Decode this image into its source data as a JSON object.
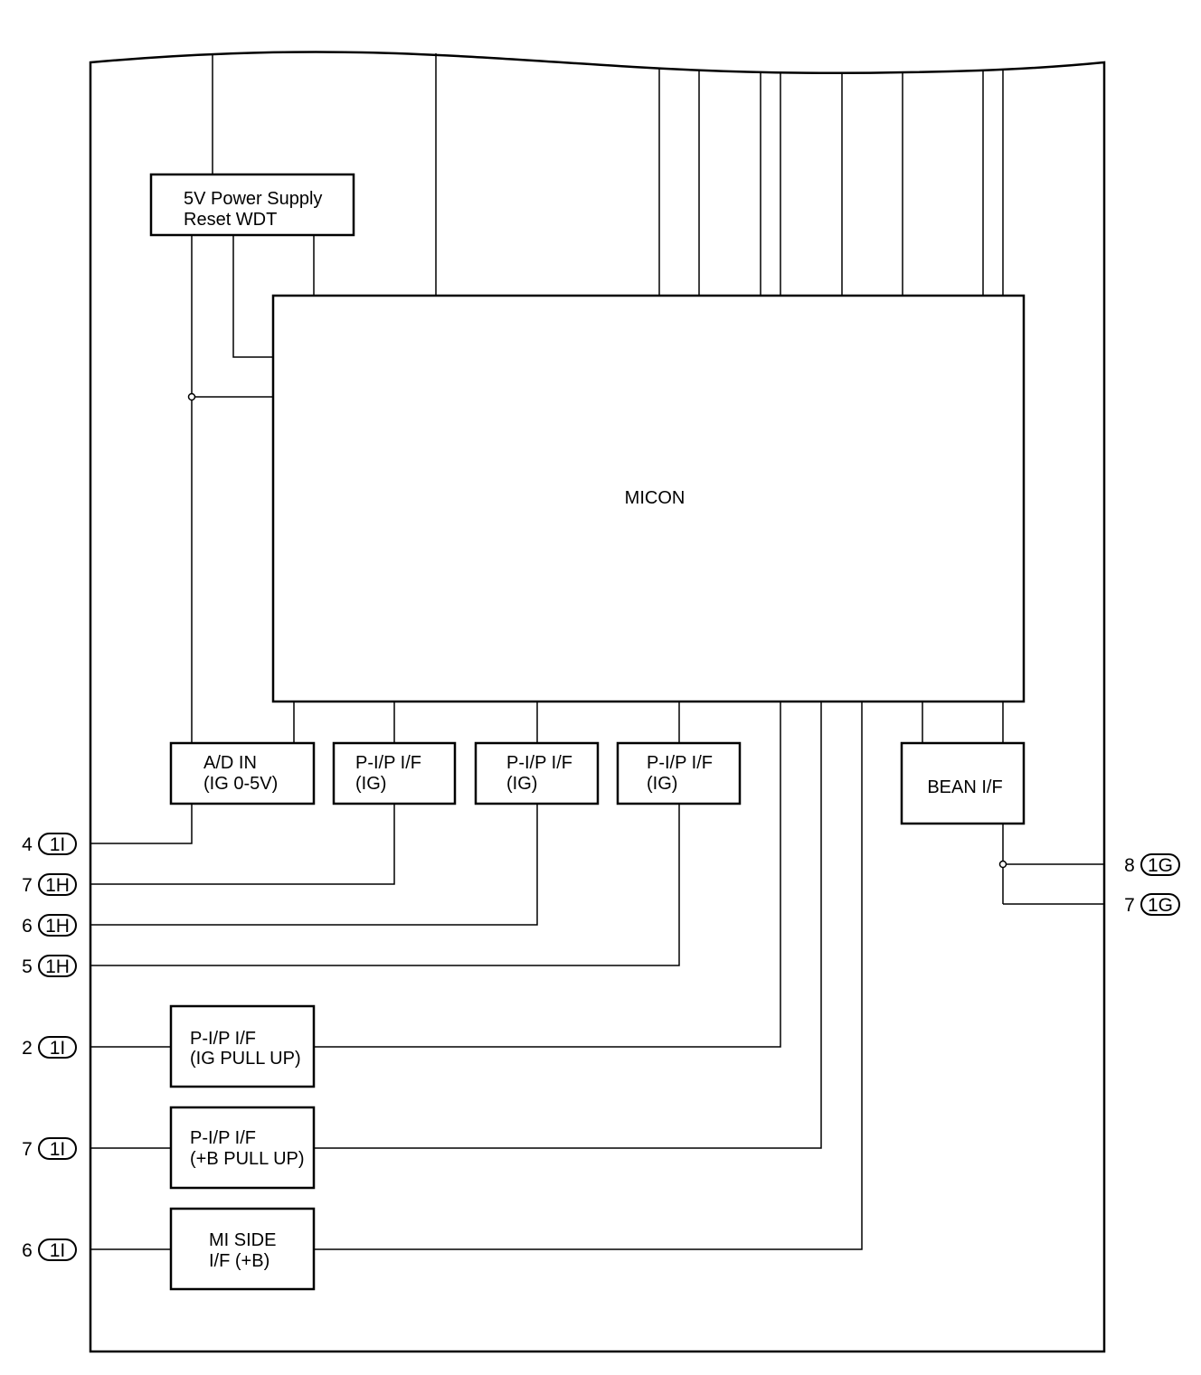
{
  "blocks": {
    "power": [
      "5V Power Supply",
      "Reset WDT"
    ],
    "micon": "MICON",
    "adin": [
      "A/D IN",
      "(IG 0-5V)"
    ],
    "pip1": [
      "P-I/P I/F",
      "(IG)"
    ],
    "pip2": [
      "P-I/P I/F",
      "(IG)"
    ],
    "pip3": [
      "P-I/P I/F",
      "(IG)"
    ],
    "bean": "BEAN I/F",
    "pip_ig_pullup": [
      "P-I/P I/F",
      "(IG PULL UP)"
    ],
    "pip_b_pullup": [
      "P-I/P I/F",
      "(+B PULL UP)"
    ],
    "mi_side": [
      "MI SIDE",
      "I/F (+B)"
    ]
  },
  "connectors_left": [
    {
      "pin": "4",
      "code": "1I"
    },
    {
      "pin": "7",
      "code": "1H"
    },
    {
      "pin": "6",
      "code": "1H"
    },
    {
      "pin": "5",
      "code": "1H"
    },
    {
      "pin": "2",
      "code": "1I"
    },
    {
      "pin": "7",
      "code": "1I"
    },
    {
      "pin": "6",
      "code": "1I"
    }
  ],
  "connectors_right": [
    {
      "pin": "8",
      "code": "1G"
    },
    {
      "pin": "7",
      "code": "1G"
    }
  ]
}
